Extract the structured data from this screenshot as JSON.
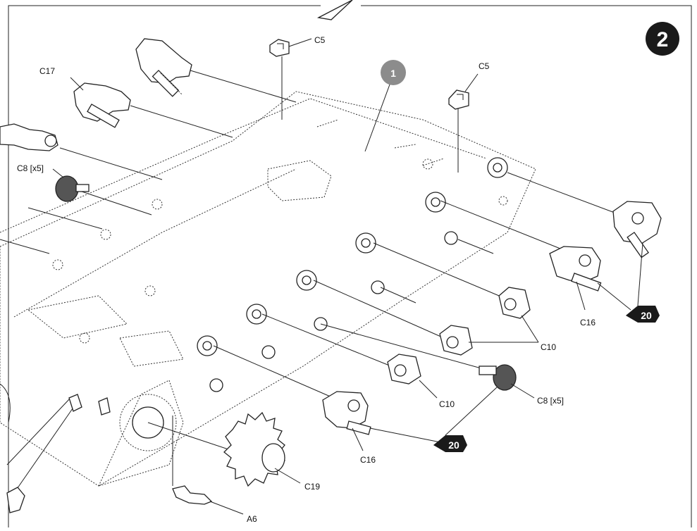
{
  "step_number": "2",
  "callout_number": "1",
  "ref_badges": [
    "20",
    "20"
  ],
  "labels": {
    "c5_left": "C5",
    "c5_right": "C5",
    "c17": "C17",
    "c8_top": "C8 [x5]",
    "c8_bottom": "C8 [x5]",
    "c16_right": "C16",
    "c16_bottom": "C16",
    "c10_right": "C10",
    "c10_bottom": "C10",
    "c19": "C19",
    "a6": "A6"
  },
  "colors": {
    "step_badge": "#1a1a1a",
    "callout_badge": "#8c8c8c",
    "ref_badge": "#1a1a1a",
    "line": "#222222"
  }
}
